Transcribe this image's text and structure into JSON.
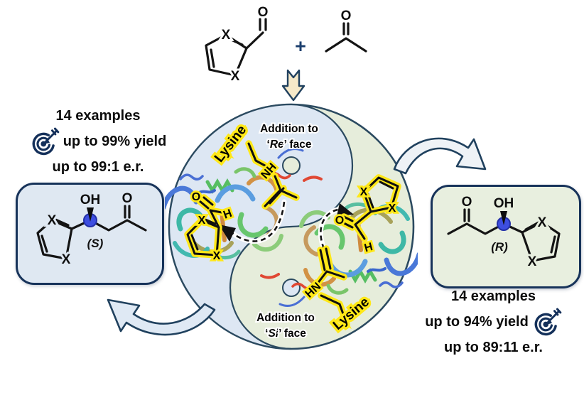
{
  "colors": {
    "navy": "#17335a",
    "blue_half": "#dde7f3",
    "green_half": "#e6eddb",
    "box_blue": "#dfe8f2",
    "box_green": "#e8efdf",
    "highlight_yellow": "#ffe818",
    "arrow_cream": "#f6e9c9",
    "stereocenter_blue": "#3d4ee0"
  },
  "icons": {
    "left_badge": "target-dart-icon",
    "right_badge": "target-dart-icon",
    "down_arrow": "block-arrow-down-icon",
    "right_flow": "curved-block-arrow-icon",
    "left_flow": "curved-block-arrow-icon"
  },
  "reactants": {
    "plus": "+",
    "aldehyde": {
      "x_top": "X",
      "x_bottom": "X",
      "o": "O"
    },
    "ketone": {
      "o": "O"
    }
  },
  "center": {
    "re": {
      "line1": "Addition to",
      "pre": "‘",
      "it": "Re",
      "post": "’ face"
    },
    "si": {
      "line1": "Addition to",
      "pre": "‘",
      "it": "Si",
      "post": "’ face"
    },
    "left_site": {
      "lysine": "Lysine",
      "nh": "NH",
      "o": "O",
      "h": "H",
      "x_top": "X",
      "x_bottom": "X"
    },
    "right_site": {
      "lysine": "Lysine",
      "nh": "HN",
      "o": "O",
      "h": "H",
      "x_top": "X",
      "x_bottom": "X"
    }
  },
  "left_panel": {
    "stats": [
      "14 examples",
      "up to 99% yield",
      "up to 99:1 e.r."
    ],
    "product": {
      "oh": "OH",
      "o": "O",
      "x_top": "X",
      "x_bottom": "X",
      "config": "(S)"
    }
  },
  "right_panel": {
    "stats": [
      "14 examples",
      "up to 94% yield",
      "up to 89:11 e.r."
    ],
    "product": {
      "oh": "OH",
      "o": "O",
      "x_top": "X",
      "x_bottom": "X",
      "config": "(R)"
    }
  }
}
